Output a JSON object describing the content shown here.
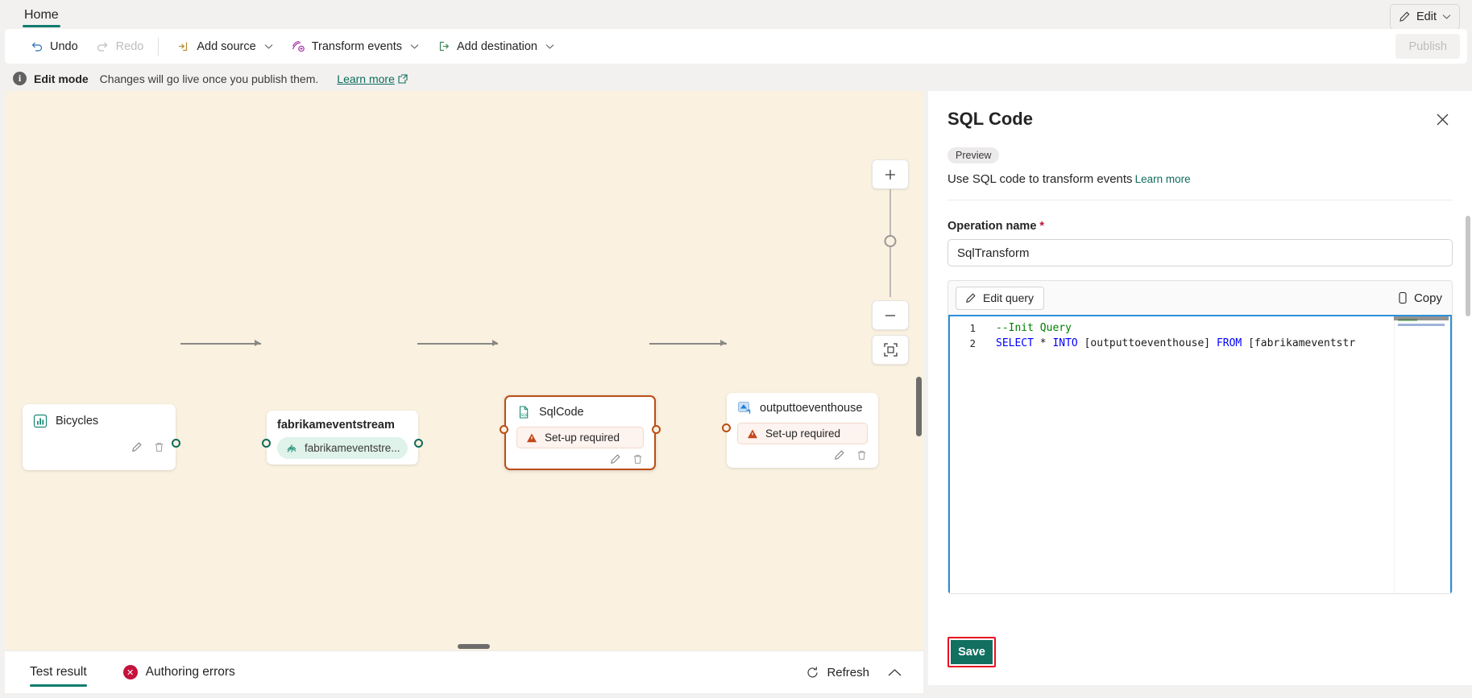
{
  "tabstrip": {
    "tabs": [
      {
        "label": "Home",
        "active": true
      }
    ],
    "edit_button": {
      "label": "Edit",
      "icon": "pencil-icon",
      "chevron": "chevron-down-icon"
    }
  },
  "command_bar": {
    "items": [
      {
        "label": "Undo",
        "icon": "undo-icon",
        "disabled": false
      },
      {
        "label": "Redo",
        "icon": "redo-icon",
        "disabled": true
      },
      {
        "label": "Add source",
        "icon": "add-source-icon",
        "has_chevron": true
      },
      {
        "label": "Transform events",
        "icon": "transform-events-icon",
        "has_chevron": true
      },
      {
        "label": "Add destination",
        "icon": "add-destination-icon",
        "has_chevron": true
      }
    ],
    "publish": {
      "label": "Publish",
      "disabled": true
    }
  },
  "banner": {
    "icon": "info-icon",
    "title": "Edit mode",
    "message": "Changes will go live once you publish them.",
    "link": "Learn more",
    "link_icon": "external-link-icon"
  },
  "canvas": {
    "background_color": "#faf1e0",
    "nodes": [
      {
        "id": "bicycles",
        "title": "Bicycles",
        "icon": "chart-source-icon",
        "bold_title": false,
        "selected": false,
        "badge": null,
        "actions": [
          "edit-icon",
          "delete-icon"
        ]
      },
      {
        "id": "fabrikameventstream",
        "title": "fabrikameventstream",
        "icon": null,
        "bold_title": true,
        "selected": false,
        "badge": {
          "text": "fabrikameventstre...",
          "kind": "green",
          "icon": "eventstream-icon"
        },
        "actions": []
      },
      {
        "id": "sqlcode",
        "title": "SqlCode",
        "icon": "sql-file-icon",
        "bold_title": false,
        "selected": true,
        "badge": {
          "text": "Set-up required",
          "kind": "warning",
          "icon": "warning-icon"
        },
        "actions": [
          "edit-icon",
          "delete-icon"
        ]
      },
      {
        "id": "outputtoeventhouse",
        "title": "outputtoeventhouse",
        "icon": "eventhouse-icon",
        "bold_title": false,
        "selected": false,
        "badge": {
          "text": "Set-up required",
          "kind": "warning",
          "icon": "warning-icon"
        },
        "actions": [
          "edit-icon",
          "delete-icon"
        ]
      }
    ],
    "zoom_controls": {
      "zoom_in": "plus-icon",
      "zoom_out": "minus-icon",
      "fit_to_screen": "fit-screen-icon",
      "slider_position_percent": 43
    }
  },
  "bottom_bar": {
    "tabs": [
      {
        "label": "Test result",
        "active": true
      }
    ],
    "errors": {
      "label": "Authoring errors",
      "icon": "error-icon"
    },
    "refresh": {
      "label": "Refresh",
      "icon": "refresh-icon"
    },
    "collapse": {
      "icon": "chevron-up-icon"
    }
  },
  "panel": {
    "title": "SQL Code",
    "close_icon": "close-icon",
    "preview_pill": "Preview",
    "description": "Use SQL code to transform events",
    "description_link": "Learn more",
    "operation_name": {
      "label": "Operation name",
      "required_marker": "*",
      "value": "SqlTransform"
    },
    "editor": {
      "edit_query_button": {
        "label": "Edit query",
        "icon": "pencil-icon"
      },
      "copy_button": {
        "label": "Copy",
        "icon": "copy-icon"
      },
      "lines": [
        {
          "number": "1",
          "tokens": [
            {
              "t": "--Init Query",
              "c": "k-comment"
            }
          ]
        },
        {
          "number": "2",
          "tokens": [
            {
              "t": "SELECT",
              "c": "k-kw"
            },
            {
              "t": " * ",
              "c": "k-id"
            },
            {
              "t": "INTO",
              "c": "k-kw"
            },
            {
              "t": " [outputtoeventhouse] ",
              "c": "k-id"
            },
            {
              "t": "FROM",
              "c": "k-kw"
            },
            {
              "t": " [fabrikameventstr",
              "c": "k-id"
            }
          ]
        }
      ]
    },
    "save_button": {
      "label": "Save",
      "highlighted": true,
      "highlight_color": "#e81123"
    }
  }
}
